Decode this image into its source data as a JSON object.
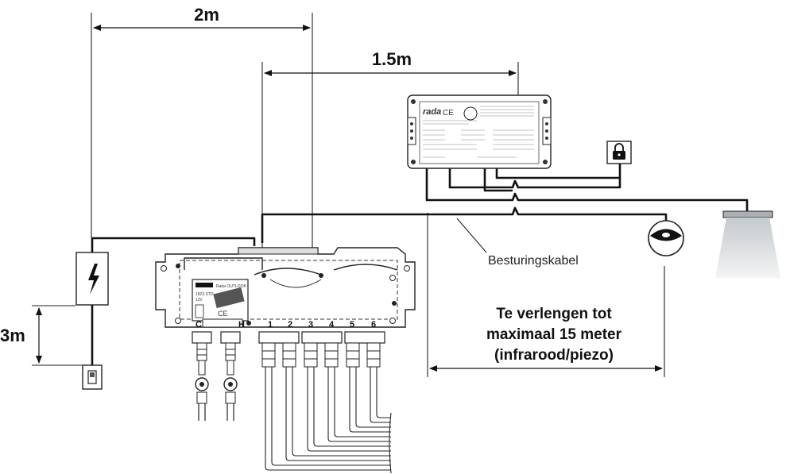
{
  "dimensions": {
    "d_2m": "2m",
    "d_1_5m": "1.5m",
    "d_3m": "3m"
  },
  "labels": {
    "control_cable": "Besturingskabel",
    "extend_line1": "Te verlengen tot",
    "extend_line2": "maximaal 15 meter",
    "extend_line3": "(infrarood/piezo)"
  },
  "module": {
    "brand": "rada",
    "ce": "CE",
    "cold": "C",
    "hot": "H"
  },
  "valve_box": {
    "title": "Rada OUTLOOK",
    "code": "1823.STD",
    "voltage": "12V",
    "ce": "CE"
  },
  "outlets": [
    "1",
    "2",
    "3",
    "4",
    "5",
    "6"
  ],
  "colors": {
    "ink": "#111111",
    "light_fixture": "#cfd3d6"
  }
}
